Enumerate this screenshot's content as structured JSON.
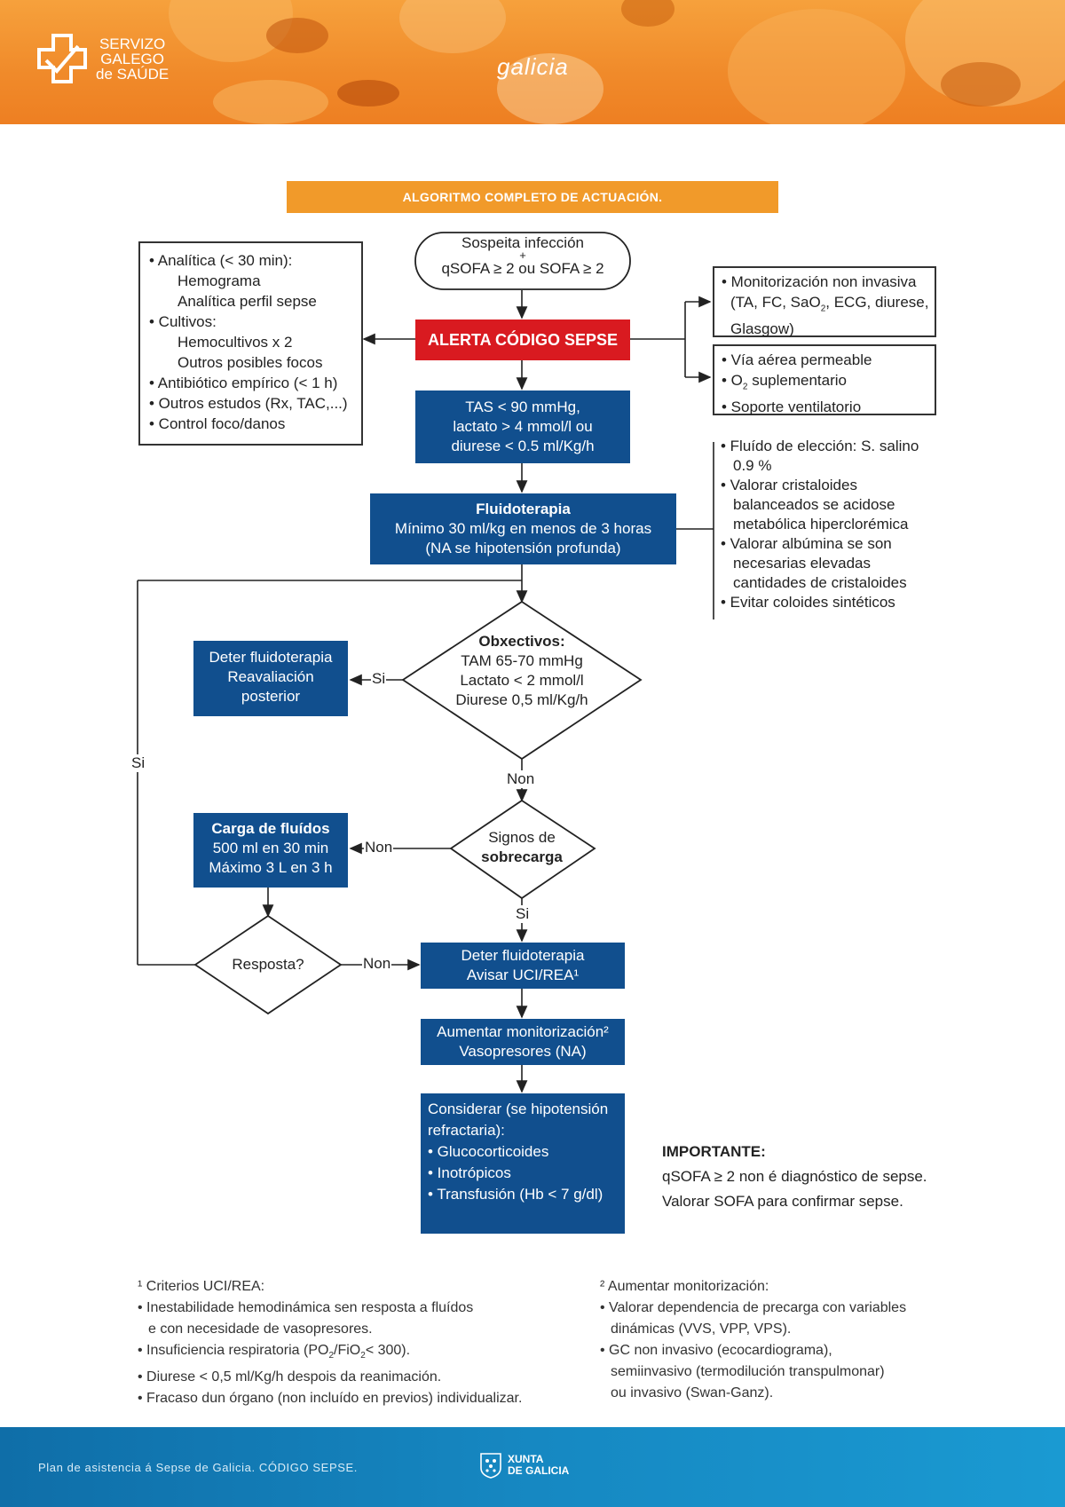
{
  "header": {
    "org_lines": [
      "SERVIZO",
      "GALEGO",
      "de SAÚDE"
    ],
    "brand": "galicia",
    "brand_color": "#f08a2a"
  },
  "title": "ALGORITMO COMPLETO DE ACTUACIÓN.",
  "nodes": {
    "start": {
      "l1": "Sospeita infección",
      "l2": "+",
      "l3": "qSOFA ≥ 2 ou SOFA ≥ 2"
    },
    "alert": "ALERTA CÓDIGO SEPSE",
    "left_tasks": {
      "b1": "• Analítica (< 30 min):",
      "b1a": "Hemograma",
      "b1b": "Analítica perfil sepse",
      "b2": "• Cultivos:",
      "b2a": "Hemocultivos x 2",
      "b2b": "Outros posibles focos",
      "b3": "• Antibiótico empírico (< 1 h)",
      "b4": "• Outros estudos (Rx, TAC,...)",
      "b5": "• Control foco/danos"
    },
    "monitor": {
      "l1": "• Monitorización non invasiva",
      "l2a": "(TA, FC, SaO",
      "l2sub": "2",
      "l2b": ", ECG, diurese,",
      "l3": "Glasgow)"
    },
    "airway": {
      "l1": "• Vía aérea permeable",
      "l2a": "• O",
      "l2sub": "2",
      "l2b": " suplementario",
      "l3": "• Soporte ventilatorio"
    },
    "hypo": {
      "l1": "TAS < 90 mmHg,",
      "l2": "lactato > 4 mmol/l ou",
      "l3": "diurese < 0.5 ml/Kg/h"
    },
    "fluid": {
      "l1": "Fluidoterapia",
      "l2": "Mínimo 30 ml/kg en menos de 3 horas",
      "l3": "(NA se hipotensión profunda)"
    },
    "objectives": {
      "l1": "Obxectivos:",
      "l2": "TAM  65-70 mmHg",
      "l3": "Lactato < 2 mmol/l",
      "l4": "Diurese 0,5 ml/Kg/h"
    },
    "stop_fluid": {
      "l1": "Deter fluidoterapia",
      "l2": "Reavaliación",
      "l3": "posterior"
    },
    "overload": {
      "l1": "Signos de",
      "l2": "sobrecarga"
    },
    "load": {
      "l1": "Carga de fluídos",
      "l2": "500 ml en 30 min",
      "l3": "Máximo 3 L en 3 h"
    },
    "response": "Resposta?",
    "icu": {
      "l1": "Deter fluidoterapia",
      "l2": "Avisar UCI/REA¹"
    },
    "vaso": {
      "l1": "Aumentar monitorización²",
      "l2": "Vasopresores (NA)"
    },
    "consider": {
      "l1": "Considerar (se hipotensión",
      "l2": "refractaria):",
      "l3": "• Glucocorticoides",
      "l4": "• Inotrópicos",
      "l5": "• Transfusión (Hb < 7 g/dl)"
    }
  },
  "labels": {
    "si": "Si",
    "non": "Non"
  },
  "side_notes": {
    "n1": "• Fluído de elección: S. salino",
    "n1c": "0.9 %",
    "n2": "• Valorar cristaloides",
    "n2c1": "balanceados se acidose",
    "n2c2": "metabólica hiperclorémica",
    "n3": "• Valorar albúmina se son",
    "n3c1": "necesarias elevadas",
    "n3c2": "cantidades de cristaloides",
    "n4": "• Evitar coloides sintéticos"
  },
  "importante": {
    "title": "IMPORTANTE:",
    "l1": "qSOFA ≥ 2 non é diagnóstico de sepse.",
    "l2": "Valorar SOFA para confirmar sepse."
  },
  "footnote1": {
    "title": "¹ Criterios UCI/REA:",
    "r1": "• Inestabilidade hemodinámica sen resposta a fluídos",
    "r1c": "e con necesidade de vasopresores.",
    "r2a": "• Insuficiencia respiratoria (PO",
    "r2sub1": "2",
    "r2b": "/FiO",
    "r2sub2": "2",
    "r2c": "< 300).",
    "r3": "• Diurese < 0,5 ml/Kg/h despois da reanimación.",
    "r4": "• Fracaso dun órgano (non incluído en previos) individualizar."
  },
  "footnote2": {
    "title": "² Aumentar monitorización:",
    "r1": "• Valorar dependencia de precarga con variables",
    "r1c": "dinámicas (VVS, VPP, VPS).",
    "r2": "• GC non invasivo (ecocardiograma),",
    "r2c1": "semiinvasivo (termodilución transpulmonar)",
    "r2c2": "ou invasivo (Swan-Ganz)."
  },
  "footer": {
    "text": "Plan de asistencia á Sepse de Galicia. CÓDIGO SEPSE.",
    "xunta_l1": "XUNTA",
    "xunta_l2": "DE GALICIA"
  },
  "colors": {
    "blue": "#114f8e",
    "red": "#d91a20",
    "orange": "#f19a2a",
    "footer_blue": "#1688c2"
  }
}
